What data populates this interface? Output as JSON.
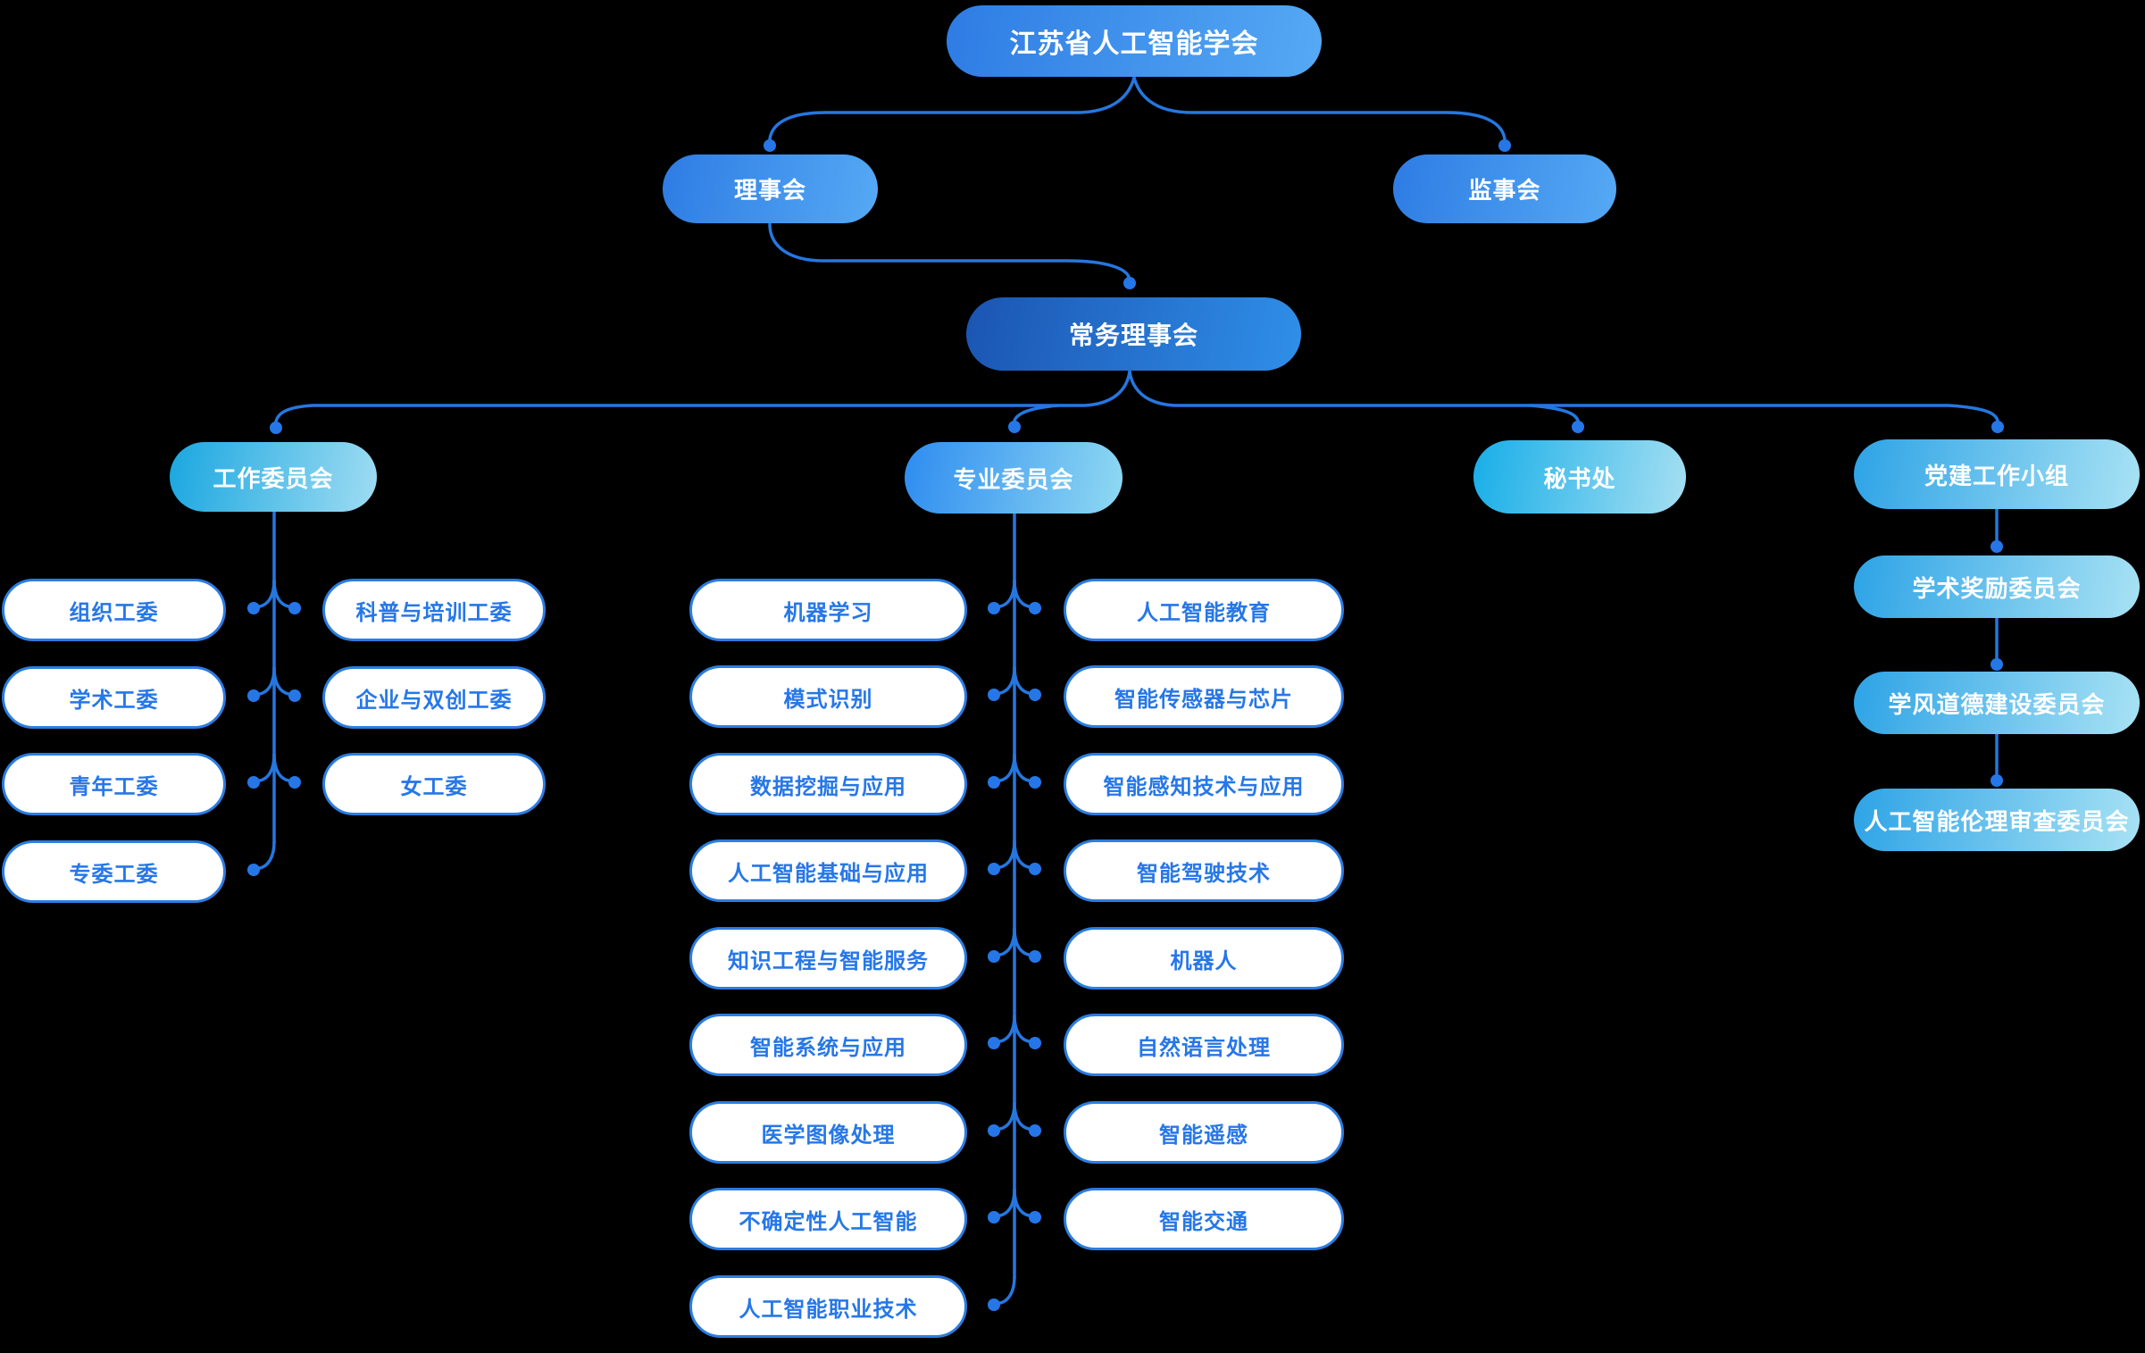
{
  "palette": {
    "background": "#000000",
    "connector": "#2577e0",
    "dot": "#2577e8",
    "pill_blue_start": "#2e7ce4",
    "pill_blue_end": "#55a9f4",
    "pill_dark_start": "#1b55b2",
    "pill_dark_end": "#2f8fe9",
    "pill_cyan_start": "#1aa7e0",
    "pill_cyan_end": "#9fdcf2",
    "child_border": "#2b7de2",
    "child_text": "#2677e8",
    "node_text": "#ffffff"
  },
  "org": {
    "root": "江苏省人工智能学会",
    "council": "理事会",
    "supervisory": "监事会",
    "standing_council": "常务理事会",
    "branches": {
      "work_committee": {
        "label": "工作委员会",
        "left": [
          "组织工委",
          "学术工委",
          "青年工委",
          "专委工委"
        ],
        "right": [
          "科普与培训工委",
          "企业与双创工委",
          "女工委"
        ]
      },
      "professional_committee": {
        "label": "专业委员会",
        "left": [
          "机器学习",
          "模式识别",
          "数据挖掘与应用",
          "人工智能基础与应用",
          "知识工程与智能服务",
          "智能系统与应用",
          "医学图像处理",
          "不确定性人工智能",
          "人工智能职业技术"
        ],
        "right": [
          "人工智能教育",
          "智能传感器与芯片",
          "智能感知技术与应用",
          "智能驾驶技术",
          "机器人",
          "自然语言处理",
          "智能遥感",
          "智能交通"
        ]
      },
      "secretariat": {
        "label": "秘书处"
      },
      "party_group": {
        "label": "党建工作小组",
        "children": [
          "学术奖励委员会",
          "学风道德建设委员会",
          "人工智能伦理审查委员会"
        ]
      }
    }
  }
}
